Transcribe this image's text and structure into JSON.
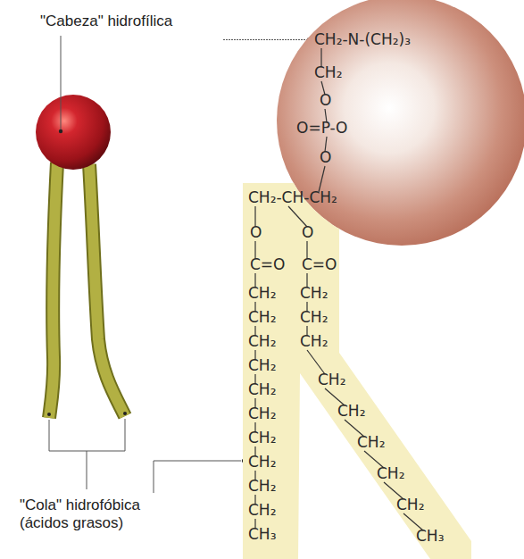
{
  "diagram": {
    "nodes": [
      {
        "text": [
          "CH₂-N-(CH₂)₃",
          "CH₂",
          "O",
          "O=P-O",
          "O"
        ]
      },
      {
        "text": [
          "CH₂-CH-CH₂",
          "O",
          "O",
          "C=O",
          "C=O",
          "CH₂",
          "CH₂",
          "CH₂",
          "CH₂",
          "CH₂",
          "CH₂",
          "CH₂",
          "CH₂",
          "CH₂",
          "CH₂",
          "CH₂",
          "CH₂",
          "CH₂",
          "CH₂",
          "CH₂",
          "CH₂",
          "CH₂",
          "CH₂",
          "CH₃",
          "CH₃"
        ]
      }
    ],
    "labels": [
      "\"Cabeza\" hidrofílica",
      "\"Cola\" hidrofóbica (ácidos grasos)"
    ]
  }
}
